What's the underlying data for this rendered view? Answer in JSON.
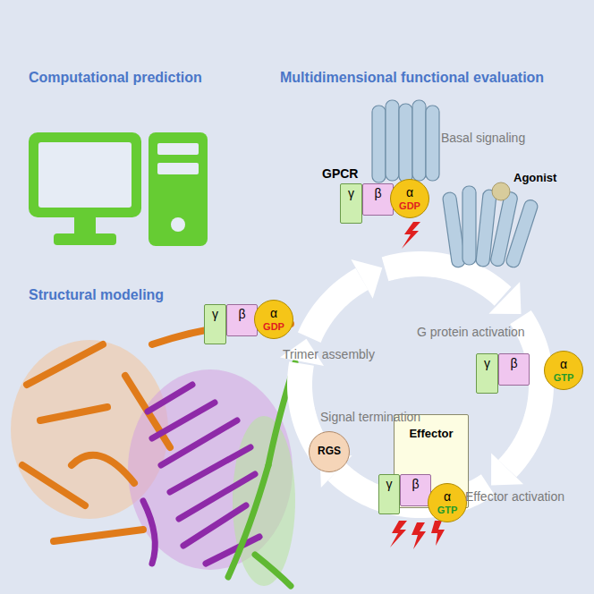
{
  "diagram": {
    "nodes": [
      {
        "text": [
          "γ"
        ]
      },
      {
        "text": [
          "β"
        ]
      },
      {
        "text": [
          "α",
          "GDP"
        ]
      },
      {
        "text": [
          "γ"
        ]
      },
      {
        "text": [
          "β"
        ]
      },
      {
        "text": [
          "α",
          "GTP"
        ]
      },
      {
        "text": [
          "Effector"
        ]
      },
      {
        "text": [
          "γ"
        ]
      },
      {
        "text": [
          "β"
        ]
      },
      {
        "text": [
          "α",
          "GTP"
        ]
      },
      {
        "text": [
          "RGS"
        ]
      },
      {
        "text": [
          "γ"
        ]
      },
      {
        "text": [
          "β"
        ]
      },
      {
        "text": [
          "α",
          "GDP"
        ]
      }
    ],
    "labels": [
      "Computational prediction",
      "Multidimensional functional evaluation",
      "Structural modeling",
      "Basal signaling",
      "GPCR",
      "Agonist",
      "G protein activation",
      "Signal termination",
      "Effector activation",
      "Trimer assembly"
    ]
  }
}
